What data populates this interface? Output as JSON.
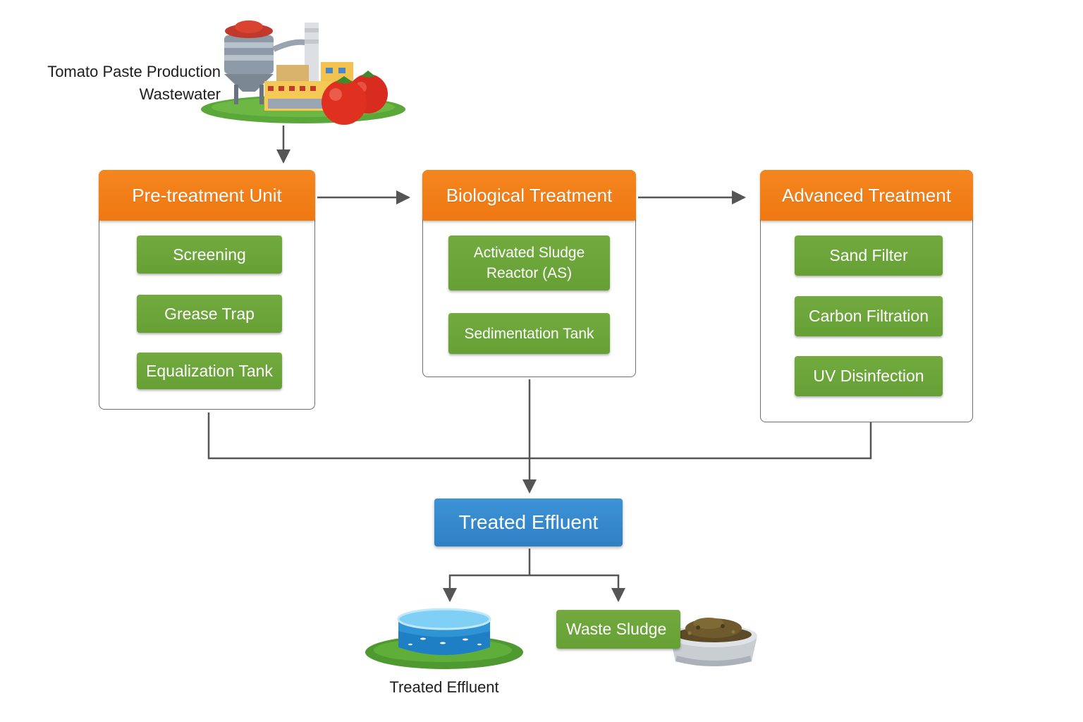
{
  "source": {
    "line1": "Tomato Paste Production",
    "line2": "Wastewater",
    "icon": "tomato-factory-icon"
  },
  "stages": [
    {
      "title": "Pre-treatment Unit",
      "steps": [
        "Screening",
        "Grease Trap",
        "Equalization Tank"
      ]
    },
    {
      "title": "Biological Treatment",
      "steps": [
        "Activated Sludge Reactor (AS)",
        "Sedimentation Tank"
      ]
    },
    {
      "title": "Advanced Treatment",
      "steps": [
        "Sand Filter",
        "Carbon Filtration",
        "UV Disinfection"
      ]
    }
  ],
  "effluent": {
    "label": "Treated Effluent"
  },
  "outputs": {
    "water_label": "Treated Effluent",
    "water_icon": "water-pool-icon",
    "sludge_label": "Waste Sludge",
    "sludge_icon": "sludge-bowl-icon"
  },
  "colors": {
    "stage_header": "#f08018",
    "step": "#6aa33a",
    "effluent": "#3388cc",
    "connector": "#555555"
  }
}
